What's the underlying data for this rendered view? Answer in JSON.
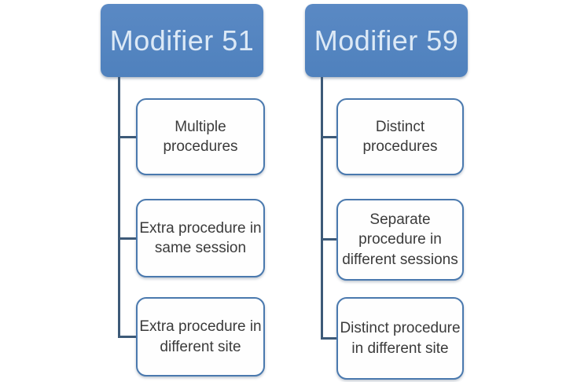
{
  "diagram": {
    "type": "hierarchy",
    "colors": {
      "header_fill": "#4f81bd",
      "header_fill_light": "#5a89c4",
      "header_text": "#dce9f6",
      "child_border": "#4a79ae",
      "child_fill": "#fefefe",
      "child_text": "#3b3b3b",
      "connector": "#3d5a78",
      "background": "#ffffff"
    },
    "columns": [
      {
        "header": "Modifier 51",
        "children": [
          "Multiple\nprocedures",
          "Extra procedure in\nsame session",
          "Extra procedure in\ndifferent site"
        ]
      },
      {
        "header": "Modifier 59",
        "children": [
          "Distinct\nprocedures",
          "Separate\nprocedure in\ndifferent sessions",
          "Distinct procedure\nin different site"
        ]
      }
    ]
  }
}
